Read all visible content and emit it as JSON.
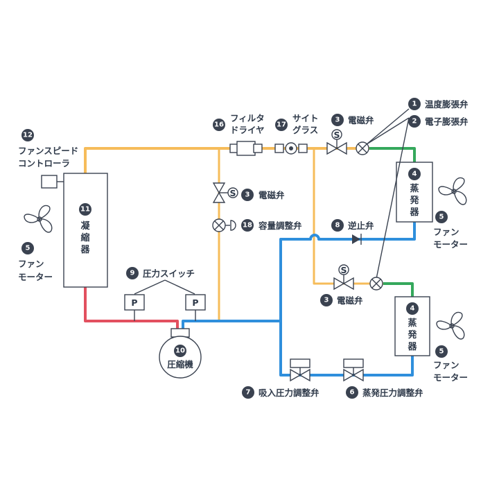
{
  "colors": {
    "liquid_line": "#f6bc5a",
    "suction_line": "#2f8fdc",
    "discharge_line": "#e2505f",
    "evaporator_outlet": "#35a85c",
    "badge": "#3a4250",
    "text": "#2f3a4a"
  },
  "labels": {
    "l1": {
      "num": "1",
      "text": "温度膨張弁"
    },
    "l2": {
      "num": "2",
      "text": "電子膨張弁"
    },
    "l3a": {
      "num": "3",
      "text": "電磁弁"
    },
    "l3b": {
      "num": "3",
      "text": "電磁弁"
    },
    "l3c": {
      "num": "3",
      "text": "電磁弁"
    },
    "l4a": {
      "num": "4",
      "lines": [
        "蒸",
        "発",
        "器"
      ]
    },
    "l4b": {
      "num": "4",
      "lines": [
        "蒸",
        "発",
        "器"
      ]
    },
    "l5a": {
      "num": "5",
      "lines": [
        "ファン",
        "モーター"
      ]
    },
    "l5b": {
      "num": "5",
      "lines": [
        "ファン",
        "モーター"
      ]
    },
    "l5c": {
      "num": "5",
      "lines": [
        "ファン",
        "モーター"
      ]
    },
    "l6": {
      "num": "6",
      "text": "蒸発圧力調整弁"
    },
    "l7": {
      "num": "7",
      "text": "吸入圧力調整弁"
    },
    "l8": {
      "num": "8",
      "text": "逆止弁"
    },
    "l9": {
      "num": "9",
      "text": "圧力スイッチ"
    },
    "l10": {
      "num": "10",
      "text": "圧縮機"
    },
    "l11": {
      "num": "11",
      "lines": [
        "凝",
        "縮",
        "器"
      ]
    },
    "l12": {
      "num": "12",
      "lines": [
        "ファンスピード",
        "コントローラ"
      ]
    },
    "l16": {
      "num": "16",
      "lines": [
        "フィルタ",
        "ドライヤ"
      ]
    },
    "l17": {
      "num": "17",
      "lines": [
        "サイト",
        "グラス"
      ]
    },
    "l18": {
      "num": "18",
      "text": "容量調整弁"
    }
  },
  "symbols": {
    "solenoid": "S",
    "pressure_switch": "P"
  }
}
